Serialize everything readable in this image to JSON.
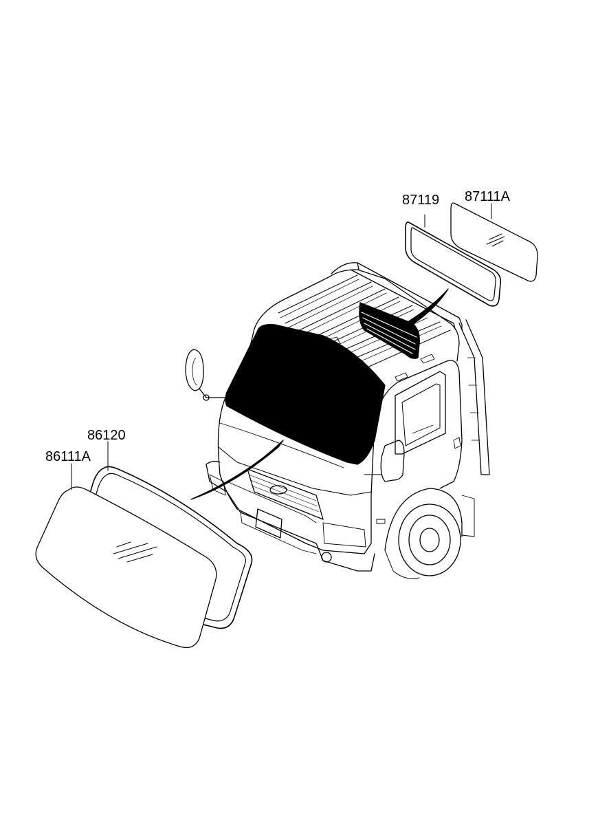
{
  "parts": {
    "rear_seal": "87119",
    "rear_glass": "87111A",
    "windshield_seal": "86120",
    "windshield_glass": "86111A"
  },
  "colors": {
    "line": "#000000",
    "background": "#ffffff"
  }
}
